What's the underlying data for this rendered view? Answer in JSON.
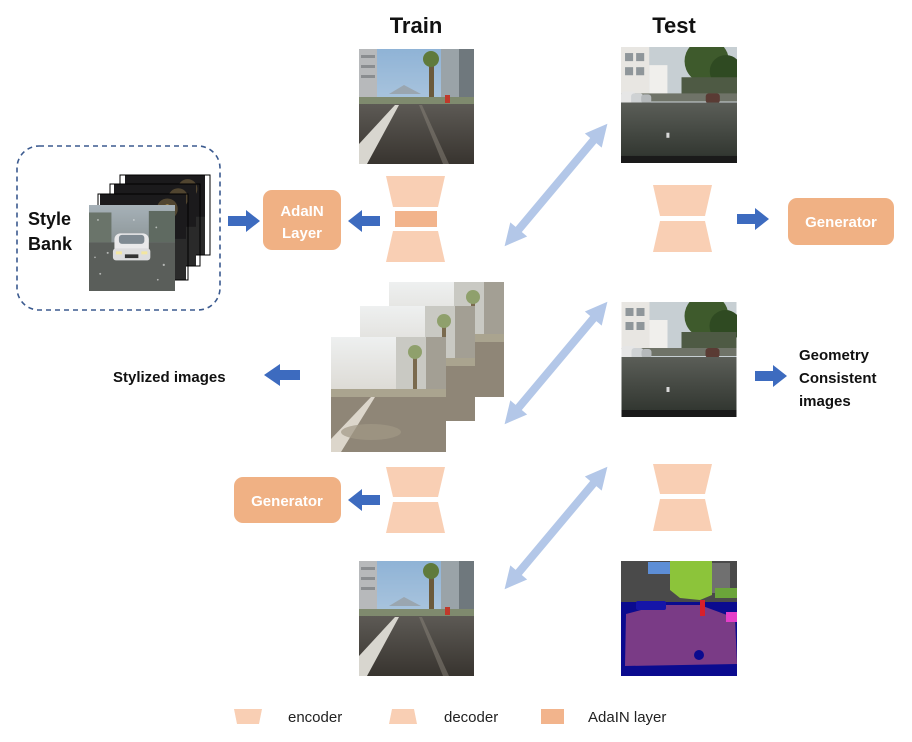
{
  "headers": {
    "train": "Train",
    "test": "Test"
  },
  "style_bank": {
    "line1": "Style",
    "line2": "Bank"
  },
  "adain_box": {
    "line1": "AdaIN",
    "line2": "Layer"
  },
  "generator_train": "Generator",
  "generator_test": "Generator",
  "stylized_label": "Stylized images",
  "geometry_label": {
    "line1": "Geometry",
    "line2": "Consistent",
    "line3": "images"
  },
  "legend": {
    "encoder": "encoder",
    "decoder": "decoder",
    "adain": "AdaIN layer"
  },
  "colors": {
    "encdec": "#f9cfb4",
    "adain": "#f2b48c",
    "box": "#f0b184",
    "arrow": "#3d6bbf",
    "double_arrow": "#b3c7e8",
    "dashed": "#3b5a8f"
  },
  "images": {
    "train_input": "street-scene-photo",
    "test_input": "city-street-photo",
    "test_output": "city-street-photo",
    "segmentation": "semantic-segmentation-map"
  }
}
